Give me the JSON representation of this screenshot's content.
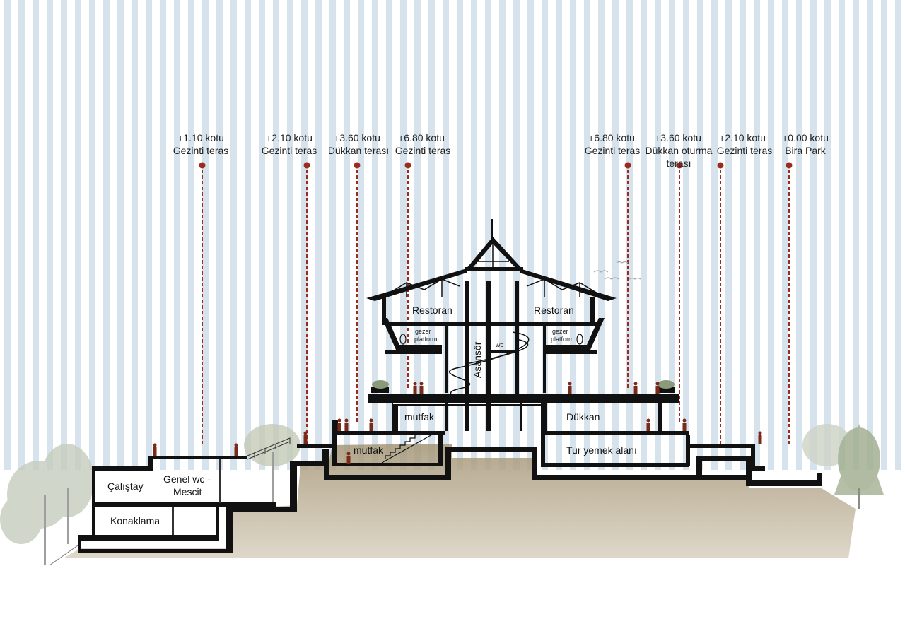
{
  "elevations": [
    {
      "line1": "+1.10 kotu",
      "line2": "Gezinti teras",
      "line3": ""
    },
    {
      "line1": "+2.10 kotu",
      "line2": "Gezinti teras",
      "line3": ""
    },
    {
      "line1": "+3.60 kotu",
      "line2": "Dükkan terası",
      "line3": ""
    },
    {
      "line1": "+6.80 kotu",
      "line2": "Gezinti teras",
      "line3": ""
    },
    {
      "line1": "+6.80 kotu",
      "line2": "Gezinti teras",
      "line3": ""
    },
    {
      "line1": "+3.60 kotu",
      "line2": "Dükkan oturma",
      "line3": "terası"
    },
    {
      "line1": "+2.10 kotu",
      "line2": "Gezinti teras",
      "line3": ""
    },
    {
      "line1": "+0.00 kotu",
      "line2": "Bira Park",
      "line3": ""
    }
  ],
  "rooms": {
    "restoran_left": "Restoran",
    "restoran_right": "Restoran",
    "gezer_left_1": "gezer",
    "gezer_left_2": "platform",
    "gezer_right_1": "gezer",
    "gezer_right_2": "platform",
    "asansor": "Asansör",
    "wc": "wc",
    "mutfak_upper": "mutfak",
    "mutfak_lower": "mutfak",
    "dukkan": "Dükkan",
    "tur_yemek": "Tur yemek alanı",
    "calistay": "Çalıştay",
    "genel_wc_1": "Genel wc -",
    "genel_wc_2": "Mescit",
    "konaklama": "Konaklama"
  },
  "colors": {
    "stripe": "#d6e2ec",
    "marker": "#9c2b1e",
    "ground": "#b2a38a",
    "wall": "#111111",
    "tree": "#c2c8b8",
    "person": "#7a2a1a"
  }
}
